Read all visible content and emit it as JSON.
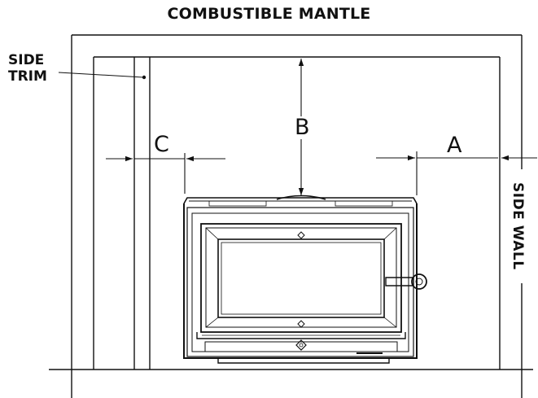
{
  "labels": {
    "mantle": "COMBUSTIBLE MANTLE",
    "side_trim_line1": "SIDE",
    "side_trim_line2": "TRIM",
    "side_wall": "SIDE WALL"
  },
  "dimensions": {
    "a": "A",
    "b": "B",
    "c": "C"
  },
  "colors": {
    "line": "#111111",
    "background": "#ffffff"
  }
}
